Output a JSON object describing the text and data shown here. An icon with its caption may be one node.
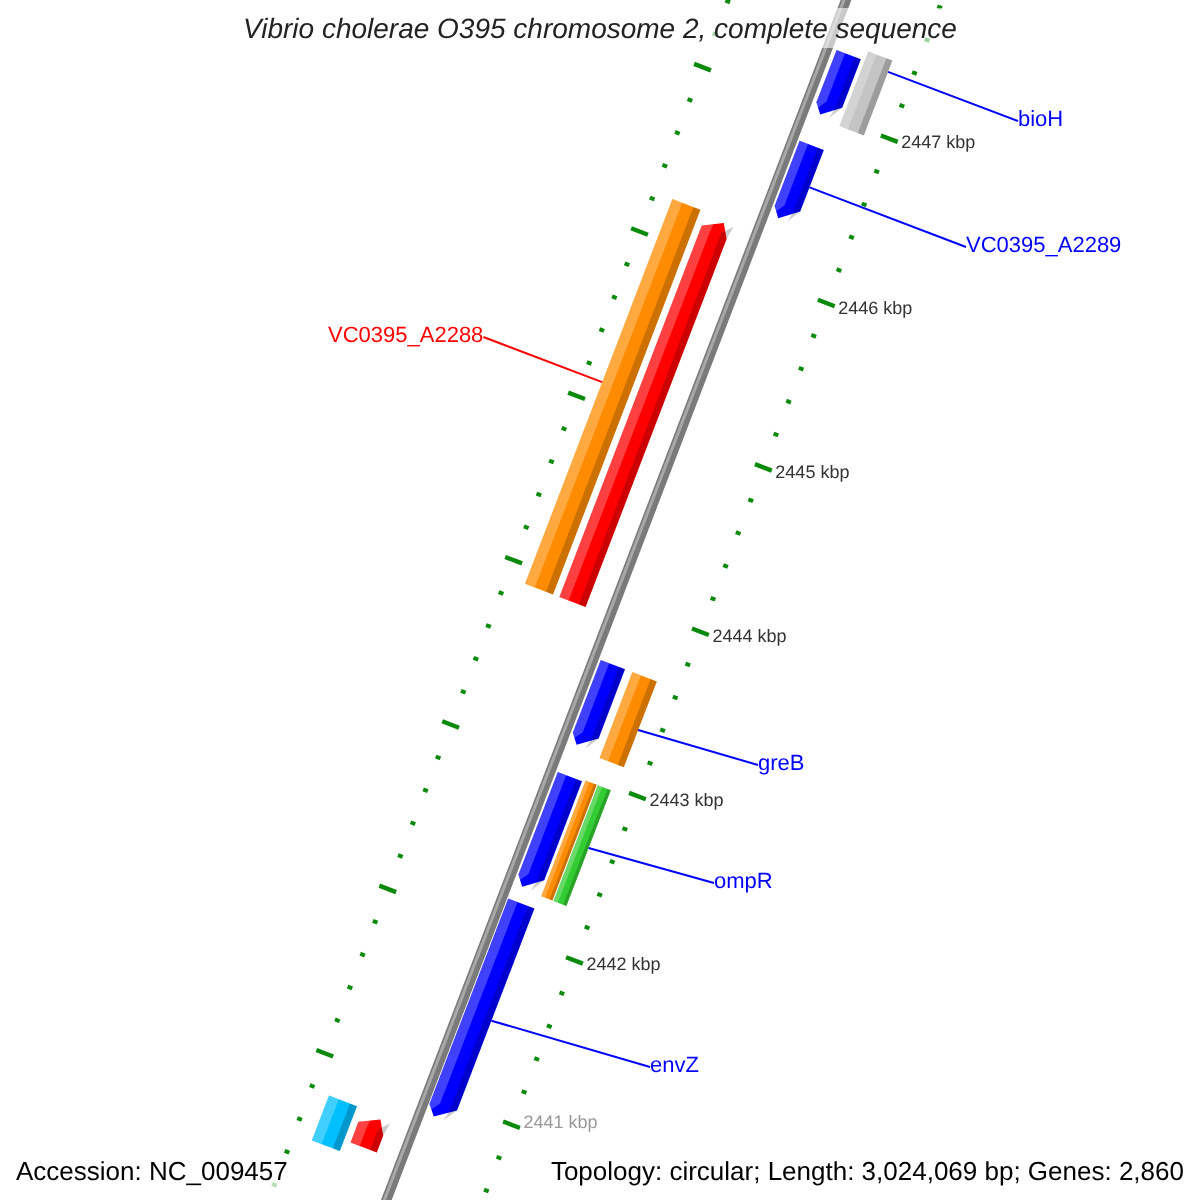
{
  "diagram": {
    "title": "Vibrio cholerae O395 chromosome 2, complete sequence",
    "nodes": [
      {
        "text": [
          "bioH"
        ]
      },
      {
        "text": [
          "VC0395_A2289"
        ]
      },
      {
        "text": [
          "VC0395_A2288"
        ]
      },
      {
        "text": [
          "greB"
        ]
      },
      {
        "text": [
          "ompR"
        ]
      },
      {
        "text": [
          "envZ"
        ]
      },
      {
        "text": [],
        "shape": "bar"
      },
      {
        "text": [],
        "shape": "bar"
      },
      {
        "text": [],
        "shape": "bar"
      },
      {
        "text": [],
        "shape": "bar"
      },
      {
        "text": [],
        "shape": "bar"
      },
      {
        "text": [],
        "shape": "bar"
      },
      {
        "text": [],
        "shape": "bar"
      },
      {
        "text": [],
        "shape": "bar"
      },
      {
        "text": [],
        "shape": "bar"
      },
      {
        "text": [],
        "shape": "bar"
      },
      {
        "text": [],
        "shape": "bar"
      },
      {
        "text": [],
        "shape": "bar"
      },
      {
        "text": [],
        "shape": "bar"
      }
    ],
    "edges": [
      {
        "from": 0,
        "to": 7,
        "arrow": "none"
      },
      {
        "from": 1,
        "to": 8,
        "arrow": "none"
      },
      {
        "from": 2,
        "to": 9,
        "arrow": "none",
        "color": "#ff0000"
      },
      {
        "from": 3,
        "to": 12,
        "arrow": "none"
      },
      {
        "from": 4,
        "to": 15,
        "arrow": "none"
      },
      {
        "from": 5,
        "to": 16,
        "arrow": "none"
      }
    ],
    "labels": [
      "2447 kbp",
      "2446 kbp",
      "2445 kbp",
      "2444 kbp",
      "2443 kbp",
      "2442 kbp",
      "2441 kbp",
      "Accession: NC_009457",
      "Topology: circular; Length: 3,024,069 bp; Genes: 2,860"
    ]
  }
}
